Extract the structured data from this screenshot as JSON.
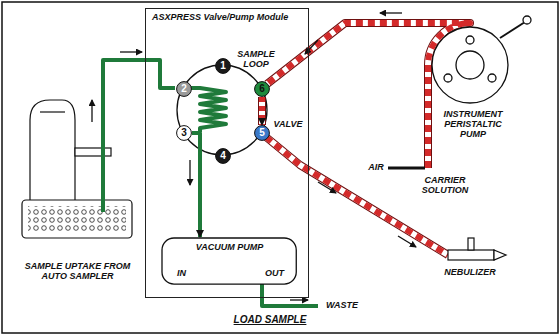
{
  "diagram": {
    "caption": "LOAD SAMPLE",
    "nodes": [
      {
        "text": [
          "ASXPRESS Valve/Pump Module"
        ]
      },
      {
        "text": [
          "1"
        ],
        "in": 0
      },
      {
        "text": [
          "2"
        ],
        "in": 0
      },
      {
        "text": [
          "3"
        ],
        "in": 0
      },
      {
        "text": [
          "4"
        ],
        "in": 0
      },
      {
        "text": [
          "5"
        ],
        "in": 0
      },
      {
        "text": [
          "6"
        ],
        "in": 0
      },
      {
        "text": [
          "VACUUM PUMP",
          "IN",
          "OUT"
        ],
        "in": 0
      }
    ],
    "edges": [
      {
        "from": 3,
        "to": 7,
        "arrow": "to"
      },
      {
        "from": 6,
        "to": 5,
        "arrow": "to"
      }
    ],
    "labels": [
      "SAMPLE LOOP",
      "VALVE",
      "INSTRUMENT PERISTALTIC PUMP",
      "AIR",
      "CARRIER SOLUTION",
      "NEBULIZER",
      "SAMPLE UPTAKE FROM AUTO SAMPLER",
      "WASTE"
    ]
  }
}
